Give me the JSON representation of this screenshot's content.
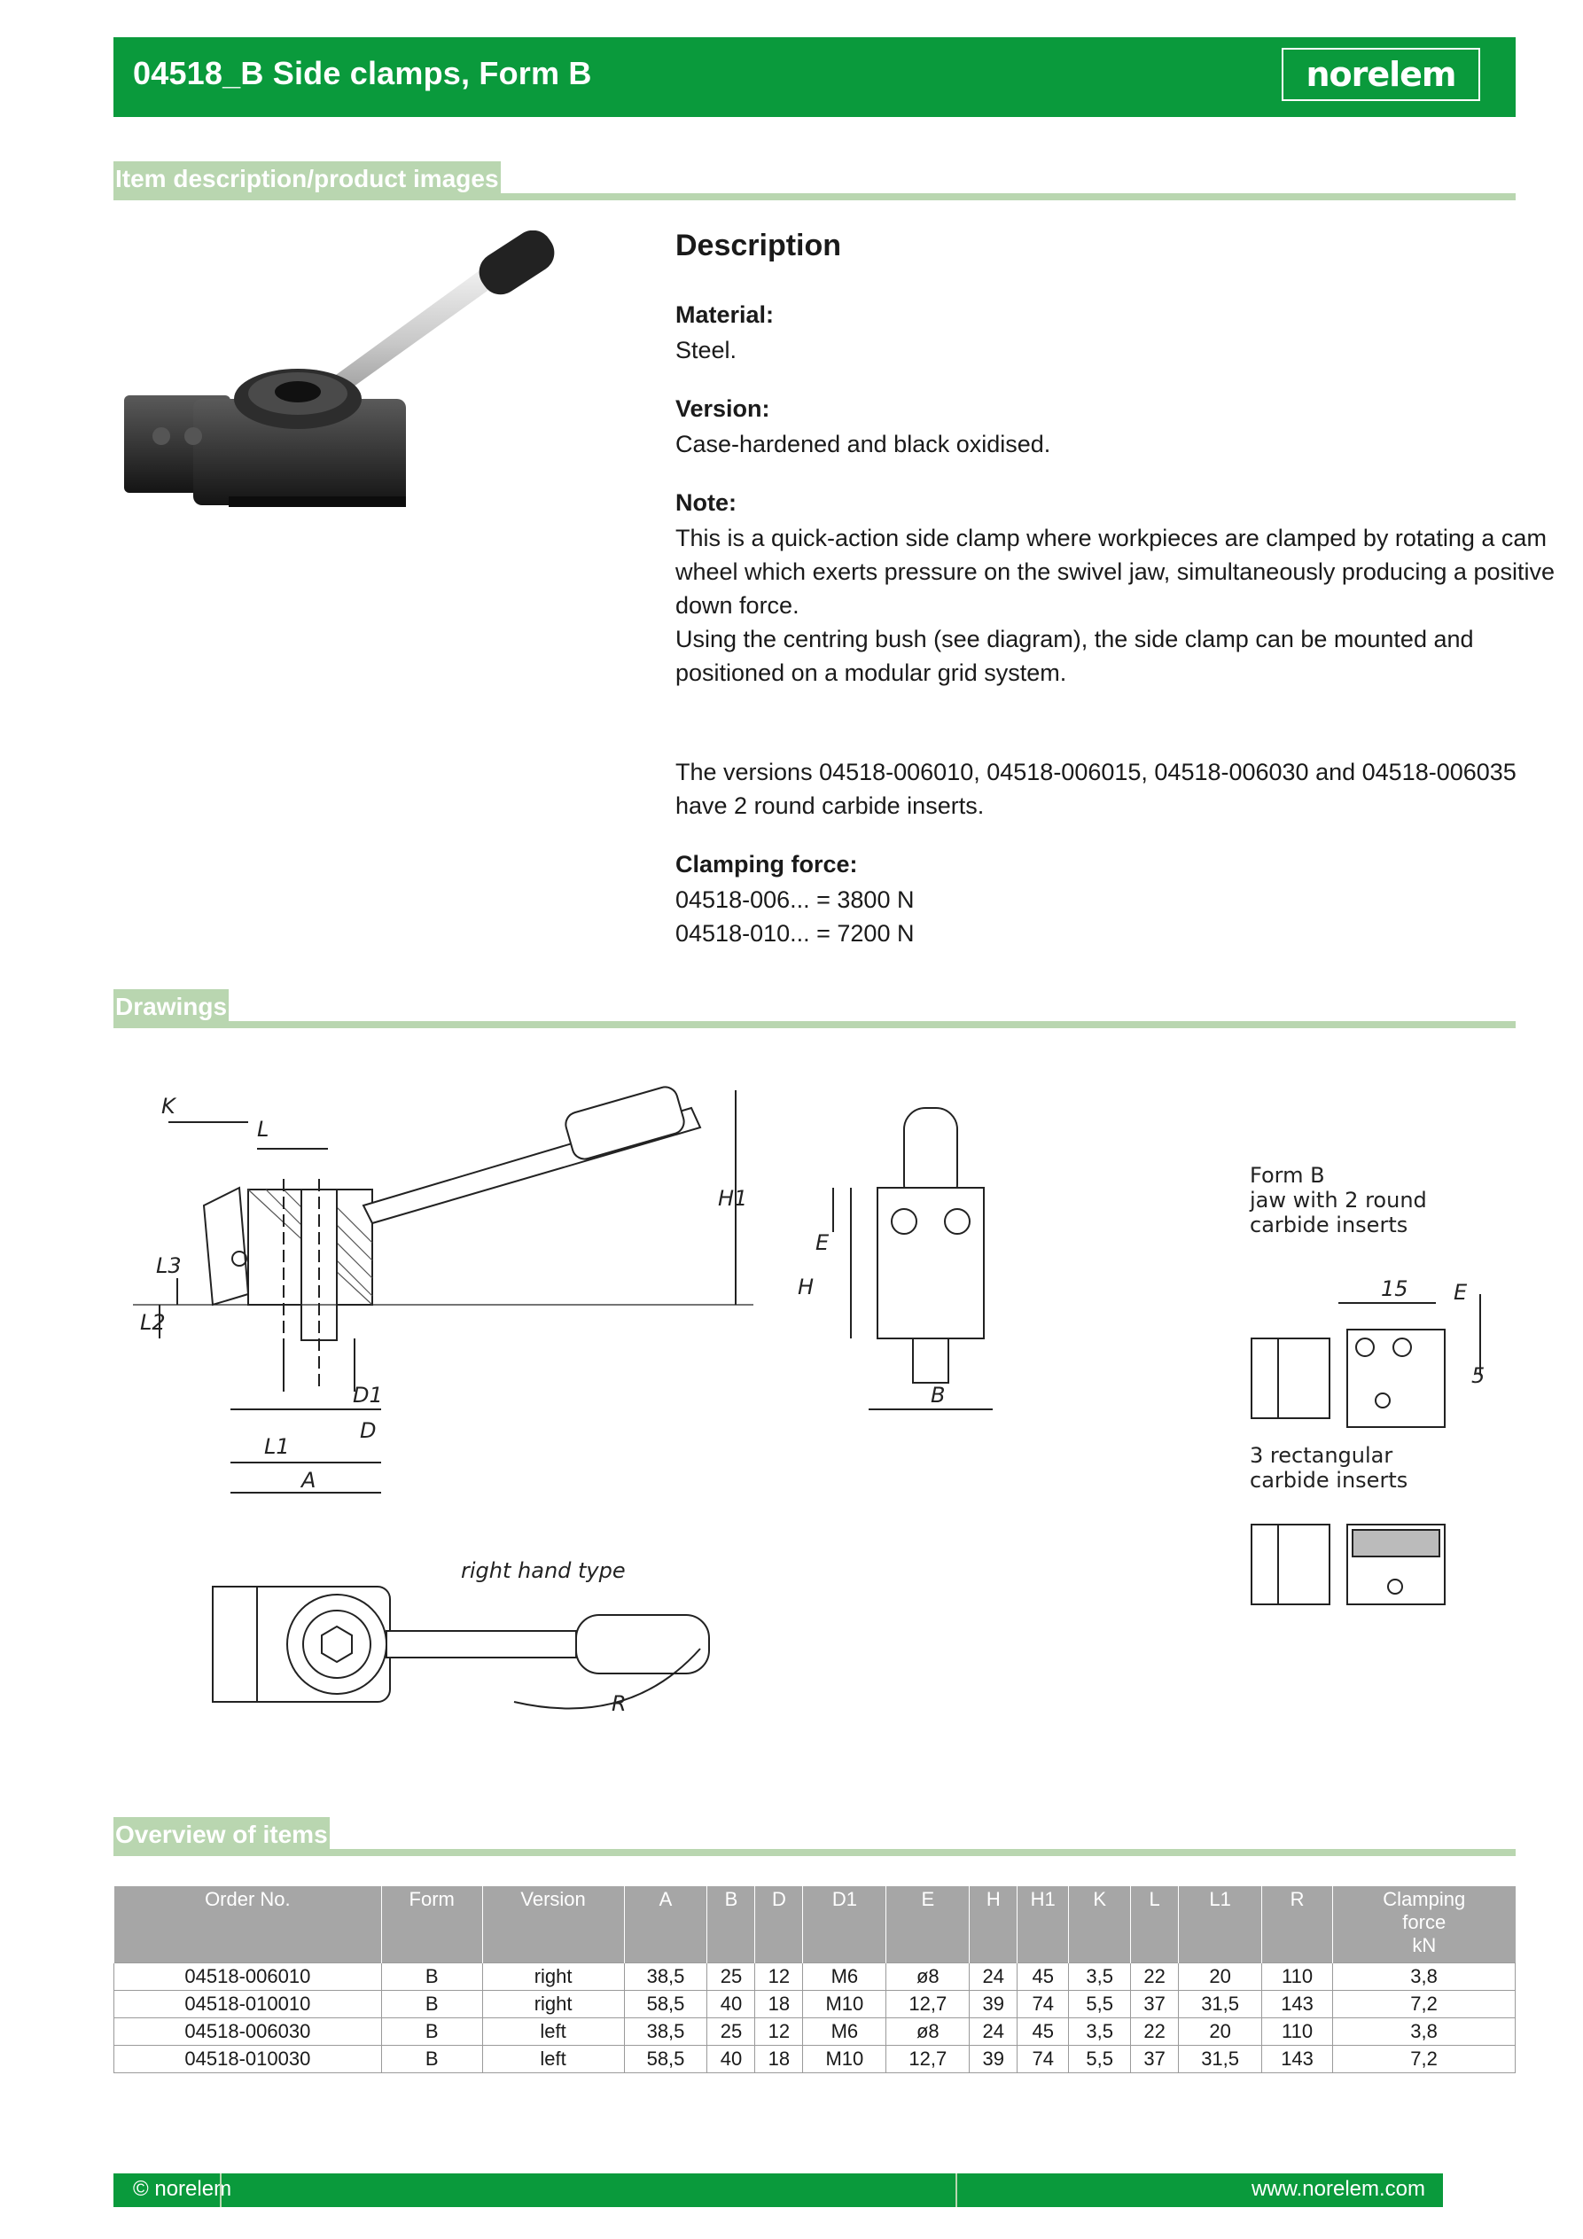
{
  "header": {
    "title": "04518_B Side clamps, Form B",
    "logo": "norelem"
  },
  "sections": {
    "description": "Item description/product images",
    "drawings": "Drawings",
    "overview": "Overview of items"
  },
  "description": {
    "title": "Description",
    "material_label": "Material:",
    "material": "Steel.",
    "version_label": "Version:",
    "version": "Case-hardened and black oxidised.",
    "note_label": "Note:",
    "note_lines": [
      "This is a quick-action side clamp where workpieces are clamped by rotating a cam",
      "wheel which exerts pressure on the swivel jaw, simultaneously producing a positive",
      "down force.",
      "Using the centring bush (see diagram), the side clamp can be mounted and",
      "positioned on a modular grid system."
    ],
    "versions_lines": [
      "The versions 04518-006010, 04518-006015, 04518-006030 and 04518-006035",
      "have 2 round carbide inserts."
    ],
    "clamping_label": "Clamping force:",
    "clamping_lines": [
      "04518-006... = 3800 N",
      "04518-010... = 7200 N"
    ]
  },
  "drawing": {
    "labels": {
      "K": "K",
      "L": "L",
      "H1": "H1",
      "H": "H",
      "E": "E",
      "B": "B",
      "L3": "L3",
      "L2": "L2",
      "D1": "D1",
      "D": "D",
      "L1": "L1",
      "A": "A",
      "R": "R",
      "dim15": "15",
      "dim5": "5"
    },
    "form_b": [
      "Form B",
      "jaw with 2 round",
      "carbide inserts"
    ],
    "rect": [
      "3 rectangular",
      "carbide inserts"
    ],
    "right_hand": "right hand type"
  },
  "table": {
    "headers": [
      "Order No.",
      "Form",
      "Version",
      "A",
      "B",
      "D",
      "D1",
      "E",
      "H",
      "H1",
      "K",
      "L",
      "L1",
      "R",
      "Clamping force kN"
    ],
    "header_lines": [
      [
        "Order No."
      ],
      [
        "Form"
      ],
      [
        "Version"
      ],
      [
        "A"
      ],
      [
        "B"
      ],
      [
        "D"
      ],
      [
        "D1"
      ],
      [
        "E"
      ],
      [
        "H"
      ],
      [
        "H1"
      ],
      [
        "K"
      ],
      [
        "L"
      ],
      [
        "L1"
      ],
      [
        "R"
      ],
      [
        "Clamping",
        "force",
        "kN"
      ]
    ],
    "rows": [
      [
        "04518-006010",
        "B",
        "right",
        "38,5",
        "25",
        "12",
        "M6",
        "ø8",
        "24",
        "45",
        "3,5",
        "22",
        "20",
        "110",
        "3,8"
      ],
      [
        "04518-010010",
        "B",
        "right",
        "58,5",
        "40",
        "18",
        "M10",
        "12,7",
        "39",
        "74",
        "5,5",
        "37",
        "31,5",
        "143",
        "7,2"
      ],
      [
        "04518-006030",
        "B",
        "left",
        "38,5",
        "25",
        "12",
        "M6",
        "ø8",
        "24",
        "45",
        "3,5",
        "22",
        "20",
        "110",
        "3,8"
      ],
      [
        "04518-010030",
        "B",
        "left",
        "58,5",
        "40",
        "18",
        "M10",
        "12,7",
        "39",
        "74",
        "5,5",
        "37",
        "31,5",
        "143",
        "7,2"
      ]
    ]
  },
  "footer": {
    "left": "© norelem",
    "right": "www.norelem.com"
  },
  "colors": {
    "brand_green": "#0a9a3c",
    "section_green": "#b9d6b0",
    "table_header": "#a6a6a6"
  }
}
